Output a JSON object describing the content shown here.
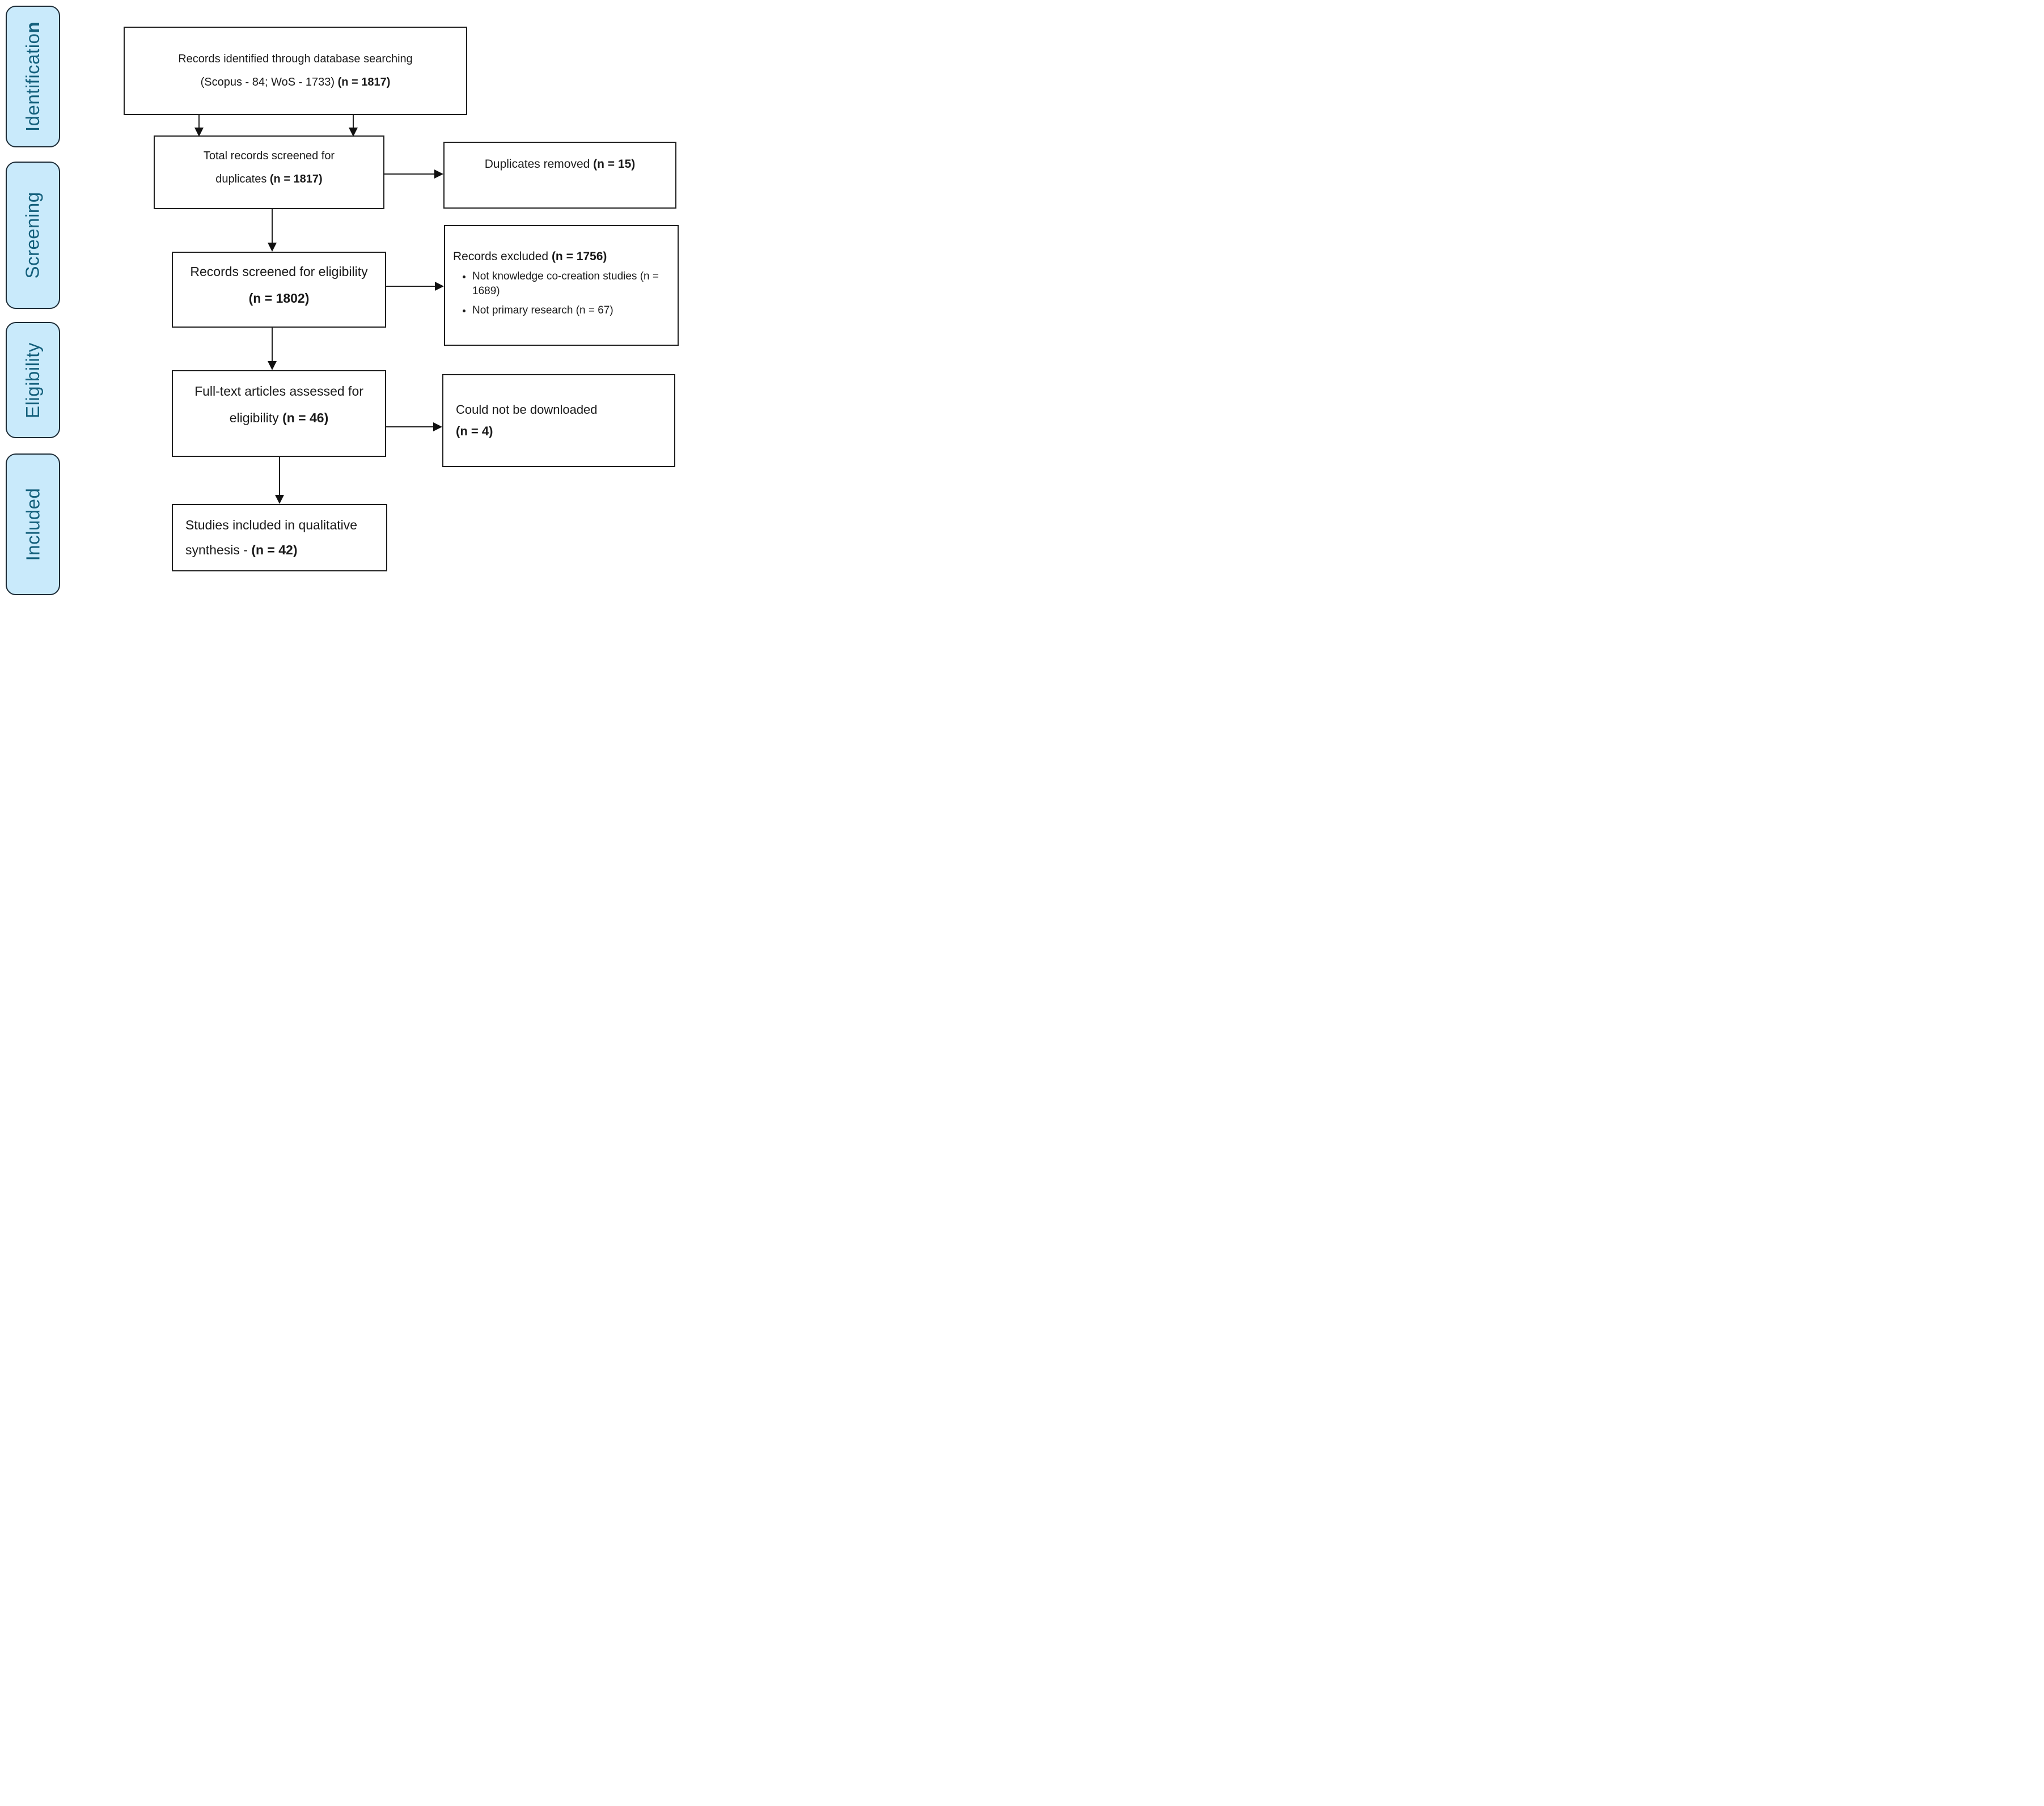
{
  "diagram_title": "PRISMA flow diagram",
  "colors": {
    "stage_fill": "#c9eafb",
    "stage_text": "#14607c",
    "box_border": "#1f1f1f",
    "arrow": "#111111"
  },
  "sidebar": {
    "items": [
      {
        "label_main": "Identificatio",
        "label_bold": "n"
      },
      {
        "label_main": "Screening",
        "label_bold": ""
      },
      {
        "label_main": "Eligibility",
        "label_bold": ""
      },
      {
        "label_main": "Included",
        "label_bold": ""
      }
    ]
  },
  "flow": {
    "identified": {
      "line1": "Records identified through database searching",
      "line2_normal": "(Scopus - 84; WoS - 1733) ",
      "line2_bold": "(n = 1817)"
    },
    "screened_duplicates": {
      "line1": "Total records screened for",
      "line2_normal": "duplicates ",
      "line2_bold": "(n = 1817)"
    },
    "duplicates_removed": {
      "normal": "Duplicates removed ",
      "bold": "(n = 15)"
    },
    "screened_eligibility": {
      "line1": "Records screened for eligibility",
      "line2_bold": "(n = 1802)"
    },
    "records_excluded": {
      "title_normal": "Records excluded ",
      "title_bold": "(n = 1756)",
      "bullets": [
        "Not knowledge co-creation studies (n = 1689)",
        "Not primary research (n = 67)"
      ]
    },
    "fulltext_assessed": {
      "line1": "Full-text articles assessed for",
      "line2_normal": "eligibility ",
      "line2_bold": "(n = 46)"
    },
    "could_not_download": {
      "line1": "Could not be downloaded",
      "line2_bold": "(n = 4)"
    },
    "included_synthesis": {
      "line1": "Studies included in qualitative",
      "line2_normal": "synthesis - ",
      "line2_bold": "(n = 42)"
    }
  }
}
